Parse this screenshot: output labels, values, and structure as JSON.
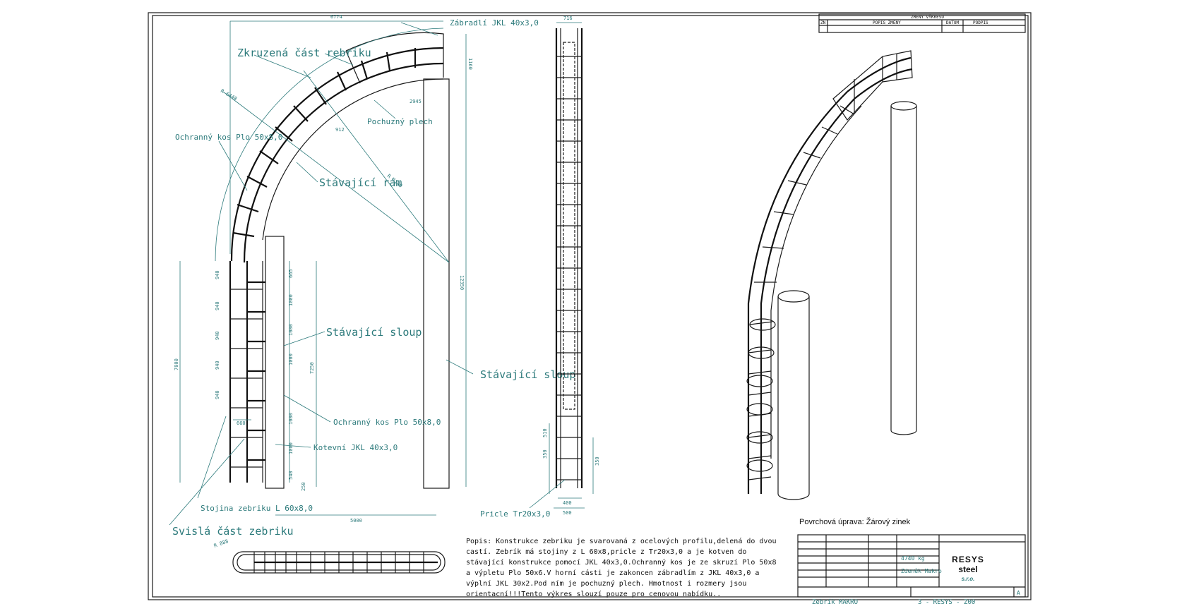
{
  "labels": {
    "zabradli": "Zábradlí JKL 40x3,0",
    "zkruzena": "Zkruzená část rebriku",
    "pochuzny": "Pochuzný plech",
    "ochranny_top": "Ochranný kos Plo 50x8,0",
    "stavajici_ram": "Stávající rám",
    "stavajici_sloup_1": "Stávající sloup",
    "stavajici_sloup_2": "Stávající sloup",
    "ochranny_bottom": "Ochranný kos Plo 50x8,0",
    "kotevni": "Kotevní JKL 40x3,0",
    "stojina": "Stojina zebriku L 60x8,0",
    "svisla": "Svislá část zebriku",
    "pricle": "Pricle Tr20x3,0"
  },
  "dimensions": {
    "d6774": "6774",
    "d1160": "1160",
    "d2945": "2945",
    "d912": "912",
    "d6448": "R 6448",
    "d4140": "R 4140",
    "d12350": "12350",
    "d7000": "7000",
    "d7250": "7250",
    "d940": "940",
    "d1000": "1000",
    "d665": "665",
    "d540": "540",
    "d250": "250",
    "d660": "660",
    "d5000": "5000",
    "d716": "716",
    "d510": "510",
    "d350": "350",
    "d400": "400",
    "d500": "500",
    "d_r888": "R 888"
  },
  "surface": "Povrchová úprava: Žárový zinek",
  "description": "Popis: Konstrukce zebriku je svarovaná z ocelových profilu,delená do dvou castí. Zebrík má stojiny z L 60x8,pricle z Tr20x3,0 a je kotven do stávající konstrukce pomocí JKL 40x3,0.Ochranný kos je ze skruzí Plo 50x8 a výpletu Plo 50x6.V horní cásti je zakoncen zábradlím z JKL 40x3,0 a výplní JKL 30x2.Pod ním je pochuzný plech. Hmotnost i rozmery jsou orientacní!!!Tento výkres slouzí pouze pro cenovou nabídku..",
  "title_block": {
    "drawing_name": "Zebrík MAKRO",
    "drawing_number": "3 - RESYS - Z00",
    "company_1": "RESYS",
    "company_2": "steel",
    "company_3": "s.r.o.",
    "header": "ZMENY VÝKRESU",
    "col_popis": "POPIS ZMENY",
    "col_datum": "DATUM",
    "col_podpis": "PODPIS",
    "col_mark": "ZN",
    "weight": "4740 kg",
    "drawn_by": "Zdeněk Makro",
    "sheet": "A"
  }
}
